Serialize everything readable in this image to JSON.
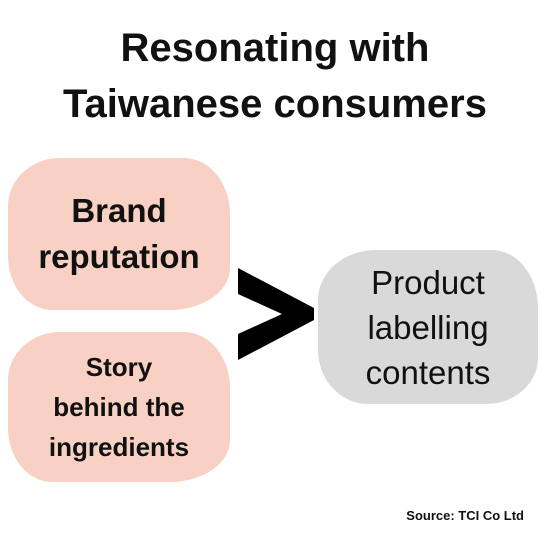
{
  "title": {
    "line1": "Resonating with",
    "line2": "Taiwanese consumers"
  },
  "factors": {
    "brand": {
      "line1": "Brand",
      "line2": "reputation"
    },
    "story": {
      "line1": "Story",
      "line2": "behind the",
      "line3": "ingredients"
    }
  },
  "outcome": {
    "line1": "Product",
    "line2": "labelling",
    "line3": "contents"
  },
  "comparison_symbol": "greater-than-icon",
  "source": "Source: TCI Co Ltd",
  "colors": {
    "factor_fill": "#f8d1c4",
    "outcome_fill": "#d9d9d9",
    "text": "#111111",
    "arrow": "#000000",
    "background": "#ffffff"
  }
}
